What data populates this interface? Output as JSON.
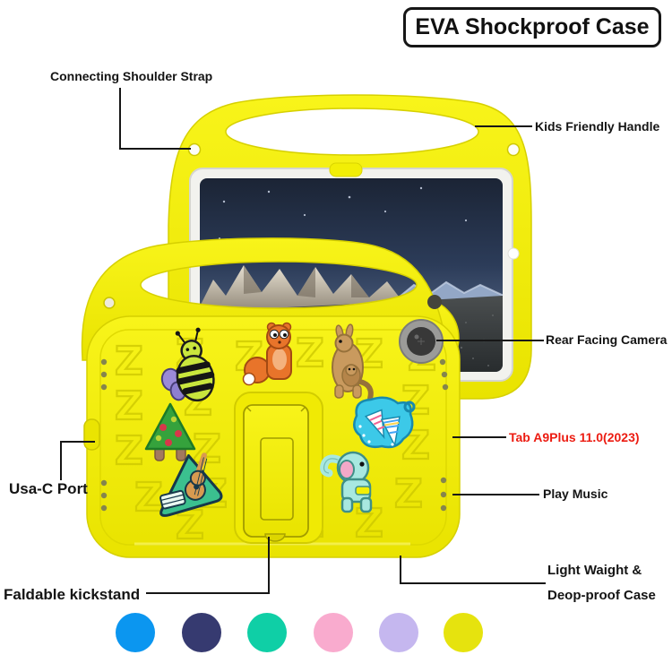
{
  "title": "EVA Shockproof Case",
  "annotations": {
    "strap": {
      "label": "Connecting Shoulder Strap"
    },
    "handle": {
      "label": "Kids Friendly Handle"
    },
    "camera": {
      "label": "Rear Facing Camera"
    },
    "model": {
      "label": "Tab A9Plus 11.0(2023)"
    },
    "music": {
      "label": "Play Music"
    },
    "usb": {
      "label": "Usa-C Port"
    },
    "kickstand": {
      "label": "Faldable kickstand"
    },
    "durability": {
      "line1": "Light Waight &",
      "line2": "Deop-proof Case"
    }
  },
  "colors": {
    "case_yellow": "#f2ee06",
    "case_yellow_dark": "#d6d000",
    "label_red": "#ec1c12",
    "line_black": "#161616"
  },
  "art": {
    "z_glyph": "Z",
    "screen_image": "night-sky mountain landscape",
    "charms": [
      "bee",
      "squirrel",
      "kangaroo",
      "letter-a",
      "guitar",
      "party-cone",
      "elephant"
    ]
  },
  "swatches": [
    {
      "name": "blue",
      "hex": "#0b96f0"
    },
    {
      "name": "navy",
      "hex": "#363a70"
    },
    {
      "name": "teal",
      "hex": "#0fcfa6"
    },
    {
      "name": "pink",
      "hex": "#f9abce"
    },
    {
      "name": "lavender",
      "hex": "#c5b7ef"
    },
    {
      "name": "yellow",
      "hex": "#e6e30e"
    }
  ]
}
